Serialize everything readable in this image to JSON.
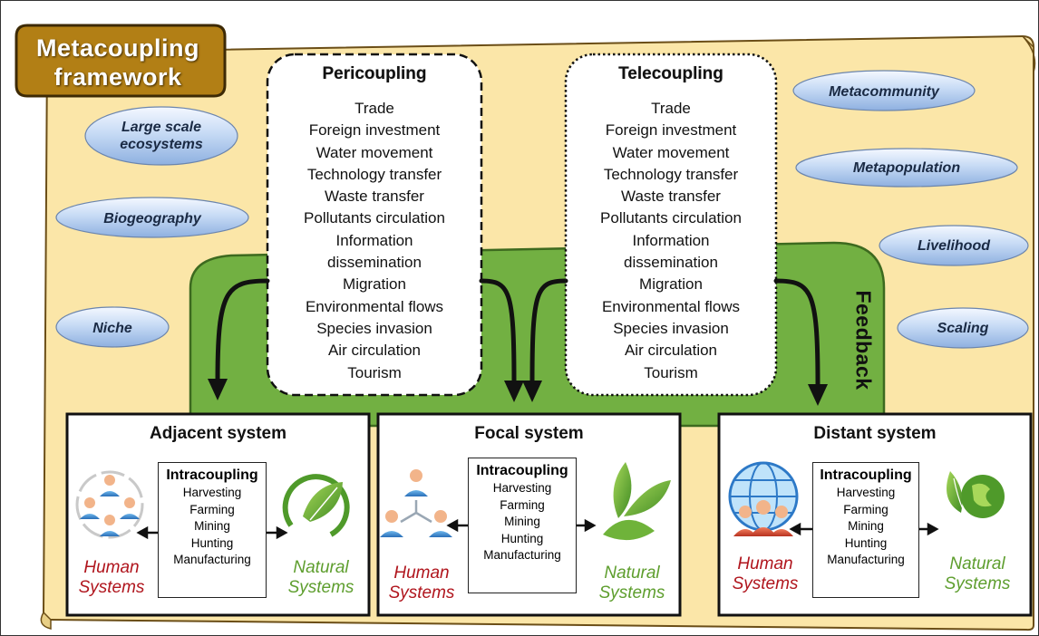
{
  "framework": {
    "line1": "Metacoupling",
    "line2": "framework"
  },
  "concepts_left": [
    {
      "lines": [
        "Large scale",
        "ecosystems"
      ]
    },
    {
      "lines": [
        "Biogeography"
      ]
    },
    {
      "lines": [
        "Niche"
      ]
    }
  ],
  "concepts_right": [
    {
      "lines": [
        "Metacommunity"
      ]
    },
    {
      "lines": [
        "Metapopulation"
      ]
    },
    {
      "lines": [
        "Livelihood"
      ]
    },
    {
      "lines": [
        "Scaling"
      ]
    }
  ],
  "pericoupling": {
    "title": "Pericoupling",
    "items": [
      "Trade",
      "Foreign investment",
      "Water movement",
      "Technology transfer",
      "Waste transfer",
      "Pollutants circulation",
      "Information",
      "dissemination",
      "Migration",
      "Environmental flows",
      "Species invasion",
      "Air circulation",
      "Tourism"
    ]
  },
  "telecoupling": {
    "title": "Telecoupling",
    "items": [
      "Trade",
      "Foreign investment",
      "Water movement",
      "Technology transfer",
      "Waste transfer",
      "Pollutants circulation",
      "Information",
      "dissemination",
      "Migration",
      "Environmental flows",
      "Species invasion",
      "Air circulation",
      "Tourism"
    ]
  },
  "feedback_label": "Feedback",
  "systems": [
    {
      "title": "Adjacent system",
      "intracoupling": {
        "title": "Intracoupling",
        "items": [
          "Harvesting",
          "Farming",
          "Mining",
          "Hunting",
          "Manufacturing"
        ]
      },
      "human": [
        "Human",
        "Systems"
      ],
      "natural": [
        "Natural",
        "Systems"
      ]
    },
    {
      "title": "Focal system",
      "intracoupling": {
        "title": "Intracoupling",
        "items": [
          "Harvesting",
          "Farming",
          "Mining",
          "Hunting",
          "Manufacturing"
        ]
      },
      "human": [
        "Human",
        "Systems"
      ],
      "natural": [
        "Natural",
        "Systems"
      ]
    },
    {
      "title": "Distant system",
      "intracoupling": {
        "title": "Intracoupling",
        "items": [
          "Harvesting",
          "Farming",
          "Mining",
          "Hunting",
          "Manufacturing"
        ]
      },
      "human": [
        "Human",
        "Systems"
      ],
      "natural": [
        "Natural",
        "Systems"
      ]
    }
  ],
  "icons": {
    "adjacent_human": "people-circle-icon",
    "adjacent_natural": "leaf-swirl-icon",
    "focal_human": "people-network-icon",
    "focal_natural": "sprout-leaves-icon",
    "distant_human": "globe-people-icon",
    "distant_natural": "leaf-globe-icon"
  },
  "colors": {
    "background_parchment": "#fbe6a8",
    "badge_brown": "#b27f15",
    "feedback_green": "#72b042",
    "oval_blue": "#bcd3f2",
    "human_red": "#b0151d",
    "natural_green": "#5e9e2e"
  }
}
